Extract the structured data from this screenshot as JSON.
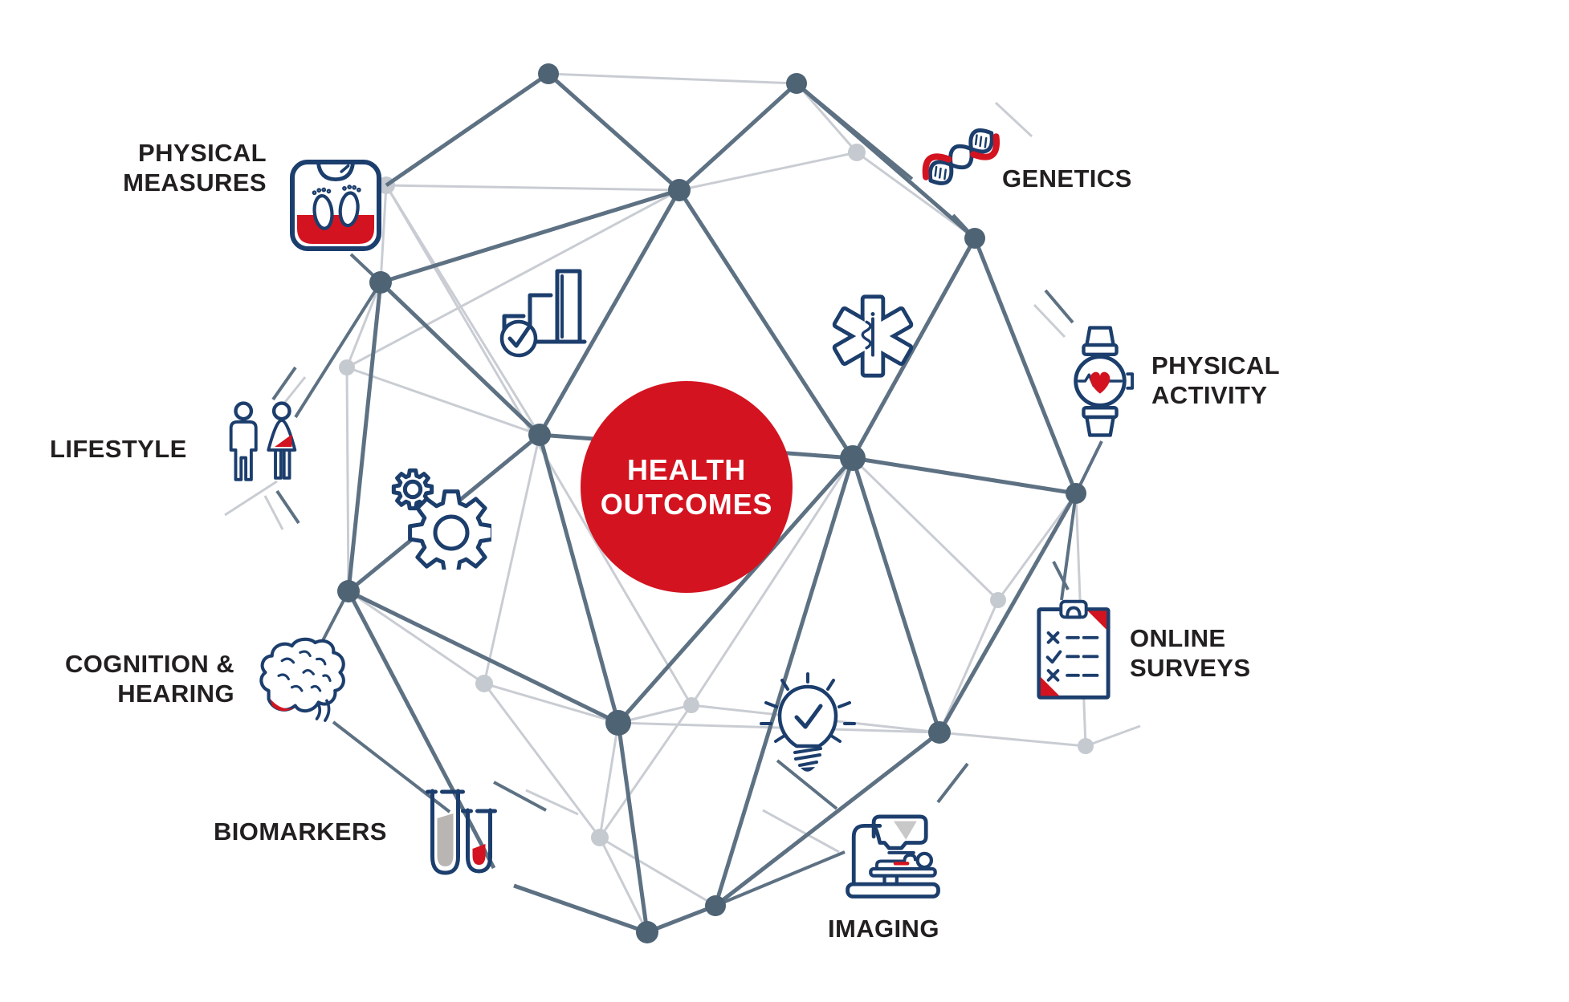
{
  "center_node": {
    "line1": "HEALTH",
    "line2": "OUTCOMES"
  },
  "categories": [
    {
      "id": "physical-measures",
      "label_line1": "PHYSICAL",
      "label_line2": "MEASURES",
      "icon": "weighing-scale-icon"
    },
    {
      "id": "genetics",
      "label_line1": "GENETICS",
      "icon": "dna-helix-icon"
    },
    {
      "id": "physical-activity",
      "label_line1": "PHYSICAL",
      "label_line2": "ACTIVITY",
      "icon": "smartwatch-heart-icon"
    },
    {
      "id": "online-surveys",
      "label_line1": "ONLINE",
      "label_line2": "SURVEYS",
      "icon": "clipboard-checklist-icon"
    },
    {
      "id": "imaging",
      "label_line1": "IMAGING",
      "icon": "body-scanner-icon"
    },
    {
      "id": "biomarkers",
      "label_line1": "BIOMARKERS",
      "icon": "test-tubes-icon"
    },
    {
      "id": "cognition-hearing",
      "label_line1": "COGNITION &",
      "label_line2": "HEARING",
      "icon": "brain-icon"
    },
    {
      "id": "lifestyle",
      "label_line1": "LIFESTYLE",
      "icon": "people-icon"
    }
  ],
  "decorative_icons": [
    "bar-chart-check-icon",
    "star-of-life-icon",
    "gears-icon",
    "lightbulb-check-icon"
  ],
  "colors": {
    "accent_red": "#d31420",
    "icon_navy": "#1c3e6d",
    "mesh_dark": "#5d7183",
    "mesh_node_dark": "#4e6374",
    "mesh_light": "#c9cdd3",
    "text": "#221f20",
    "background": "#ffffff",
    "center_text": "#ffffff"
  }
}
